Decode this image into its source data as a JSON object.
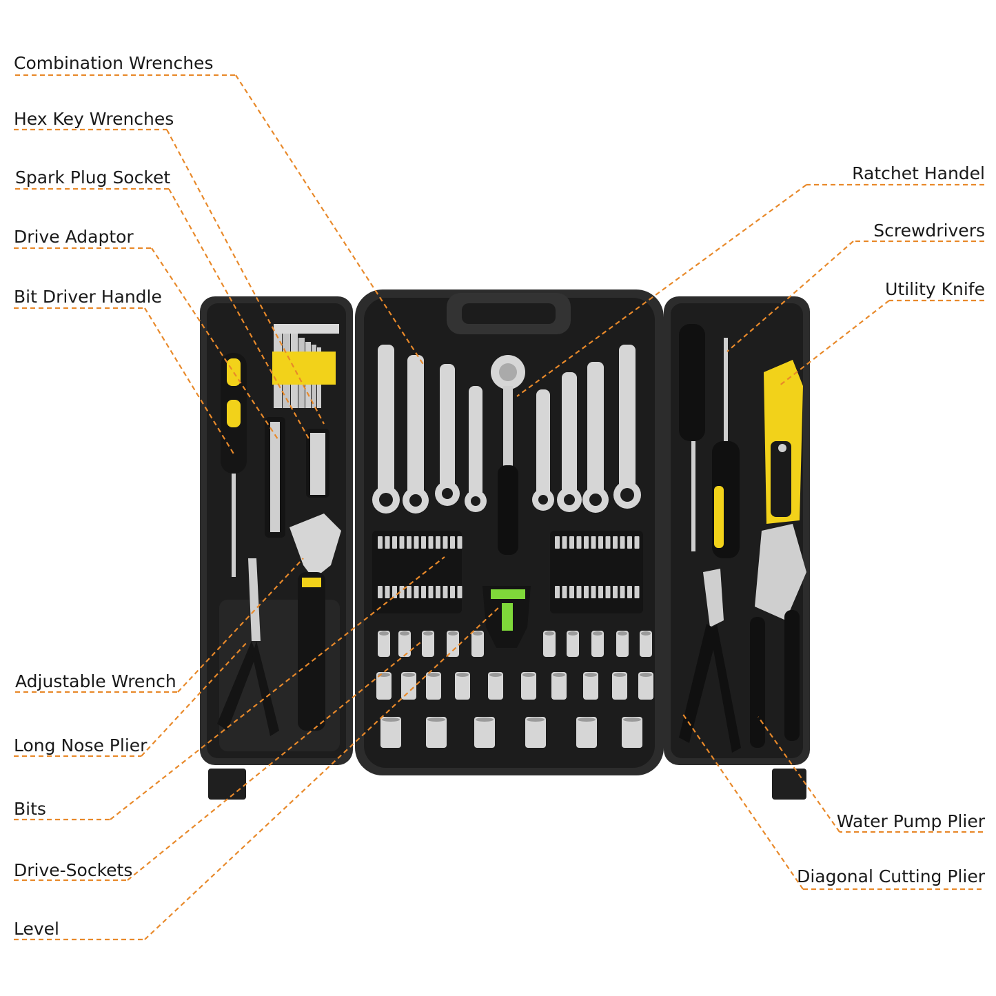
{
  "colors": {
    "leader": "#e8892a",
    "case": "#2b2b2b",
    "case_dark": "#151515",
    "accent_yellow": "#f2d21a",
    "chrome": "#d6d6d6"
  },
  "labels": {
    "left": [
      {
        "id": "combination-wrenches",
        "text": "Combination Wrenches"
      },
      {
        "id": "hex-key-wrenches",
        "text": "Hex Key Wrenches"
      },
      {
        "id": "spark-plug-socket",
        "text": "Spark Plug Socket"
      },
      {
        "id": "drive-adaptor",
        "text": "Drive Adaptor"
      },
      {
        "id": "bit-driver-handle",
        "text": "Bit Driver Handle"
      },
      {
        "id": "adjustable-wrench",
        "text": "Adjustable Wrench"
      },
      {
        "id": "long-nose-plier",
        "text": "Long Nose Plier"
      },
      {
        "id": "bits",
        "text": "Bits"
      },
      {
        "id": "drive-sockets",
        "text": "Drive-Sockets"
      },
      {
        "id": "level",
        "text": "Level"
      }
    ],
    "right": [
      {
        "id": "ratchet-handel",
        "text": "Ratchet Handel"
      },
      {
        "id": "screwdrivers",
        "text": "Screwdrivers"
      },
      {
        "id": "utility-knife",
        "text": "Utility Knife"
      },
      {
        "id": "water-pump-plier",
        "text": "Water Pump Plier"
      },
      {
        "id": "diagonal-cutting-plier",
        "text": "Diagonal Cutting Plier"
      }
    ]
  }
}
